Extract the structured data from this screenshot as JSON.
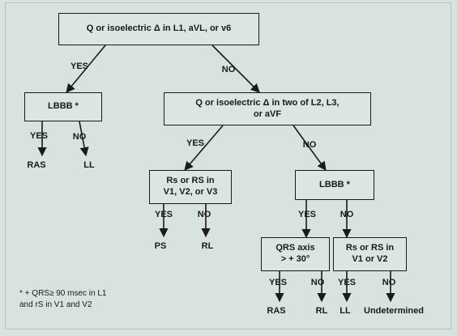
{
  "background_color": "#d8e3dd",
  "line_color": "#1a1a1a",
  "boxes": {
    "root": "Q or isoelectric Δ in L1, aVL, or v6",
    "lbbb_left": "LBBB *",
    "q_two": "Q or isoelectric Δ in two of L2, L3,\nor aVF",
    "rs_v123": "Rs or RS in\nV1, V2, or V3",
    "lbbb_right": "LBBB *",
    "qrs_axis": "QRS axis\n> + 30°",
    "rs_v12": "Rs or RS in\nV1 or V2"
  },
  "branch_labels": {
    "root_yes": "YES",
    "root_no": "NO",
    "lbbb_left_yes": "YES",
    "lbbb_left_no": "NO",
    "q_two_yes": "YES",
    "q_two_no": "NO",
    "rs_v123_yes": "YES",
    "rs_v123_no": "NO",
    "lbbb_right_yes": "YES",
    "lbbb_right_no": "NO",
    "qrs_axis_yes": "YES",
    "qrs_axis_no": "NO",
    "rs_v12_yes": "YES",
    "rs_v12_no": "NO"
  },
  "outcomes": {
    "ras_left": "RAS",
    "ll_left": "LL",
    "ps": "PS",
    "rl_mid": "RL",
    "ras_right": "RAS",
    "rl_right": "RL",
    "ll_right": "LL",
    "undetermined": "Undetermined"
  },
  "footnote": "*  + QRS≥ 90 msec in L1\n   and rS in V1 and V2"
}
